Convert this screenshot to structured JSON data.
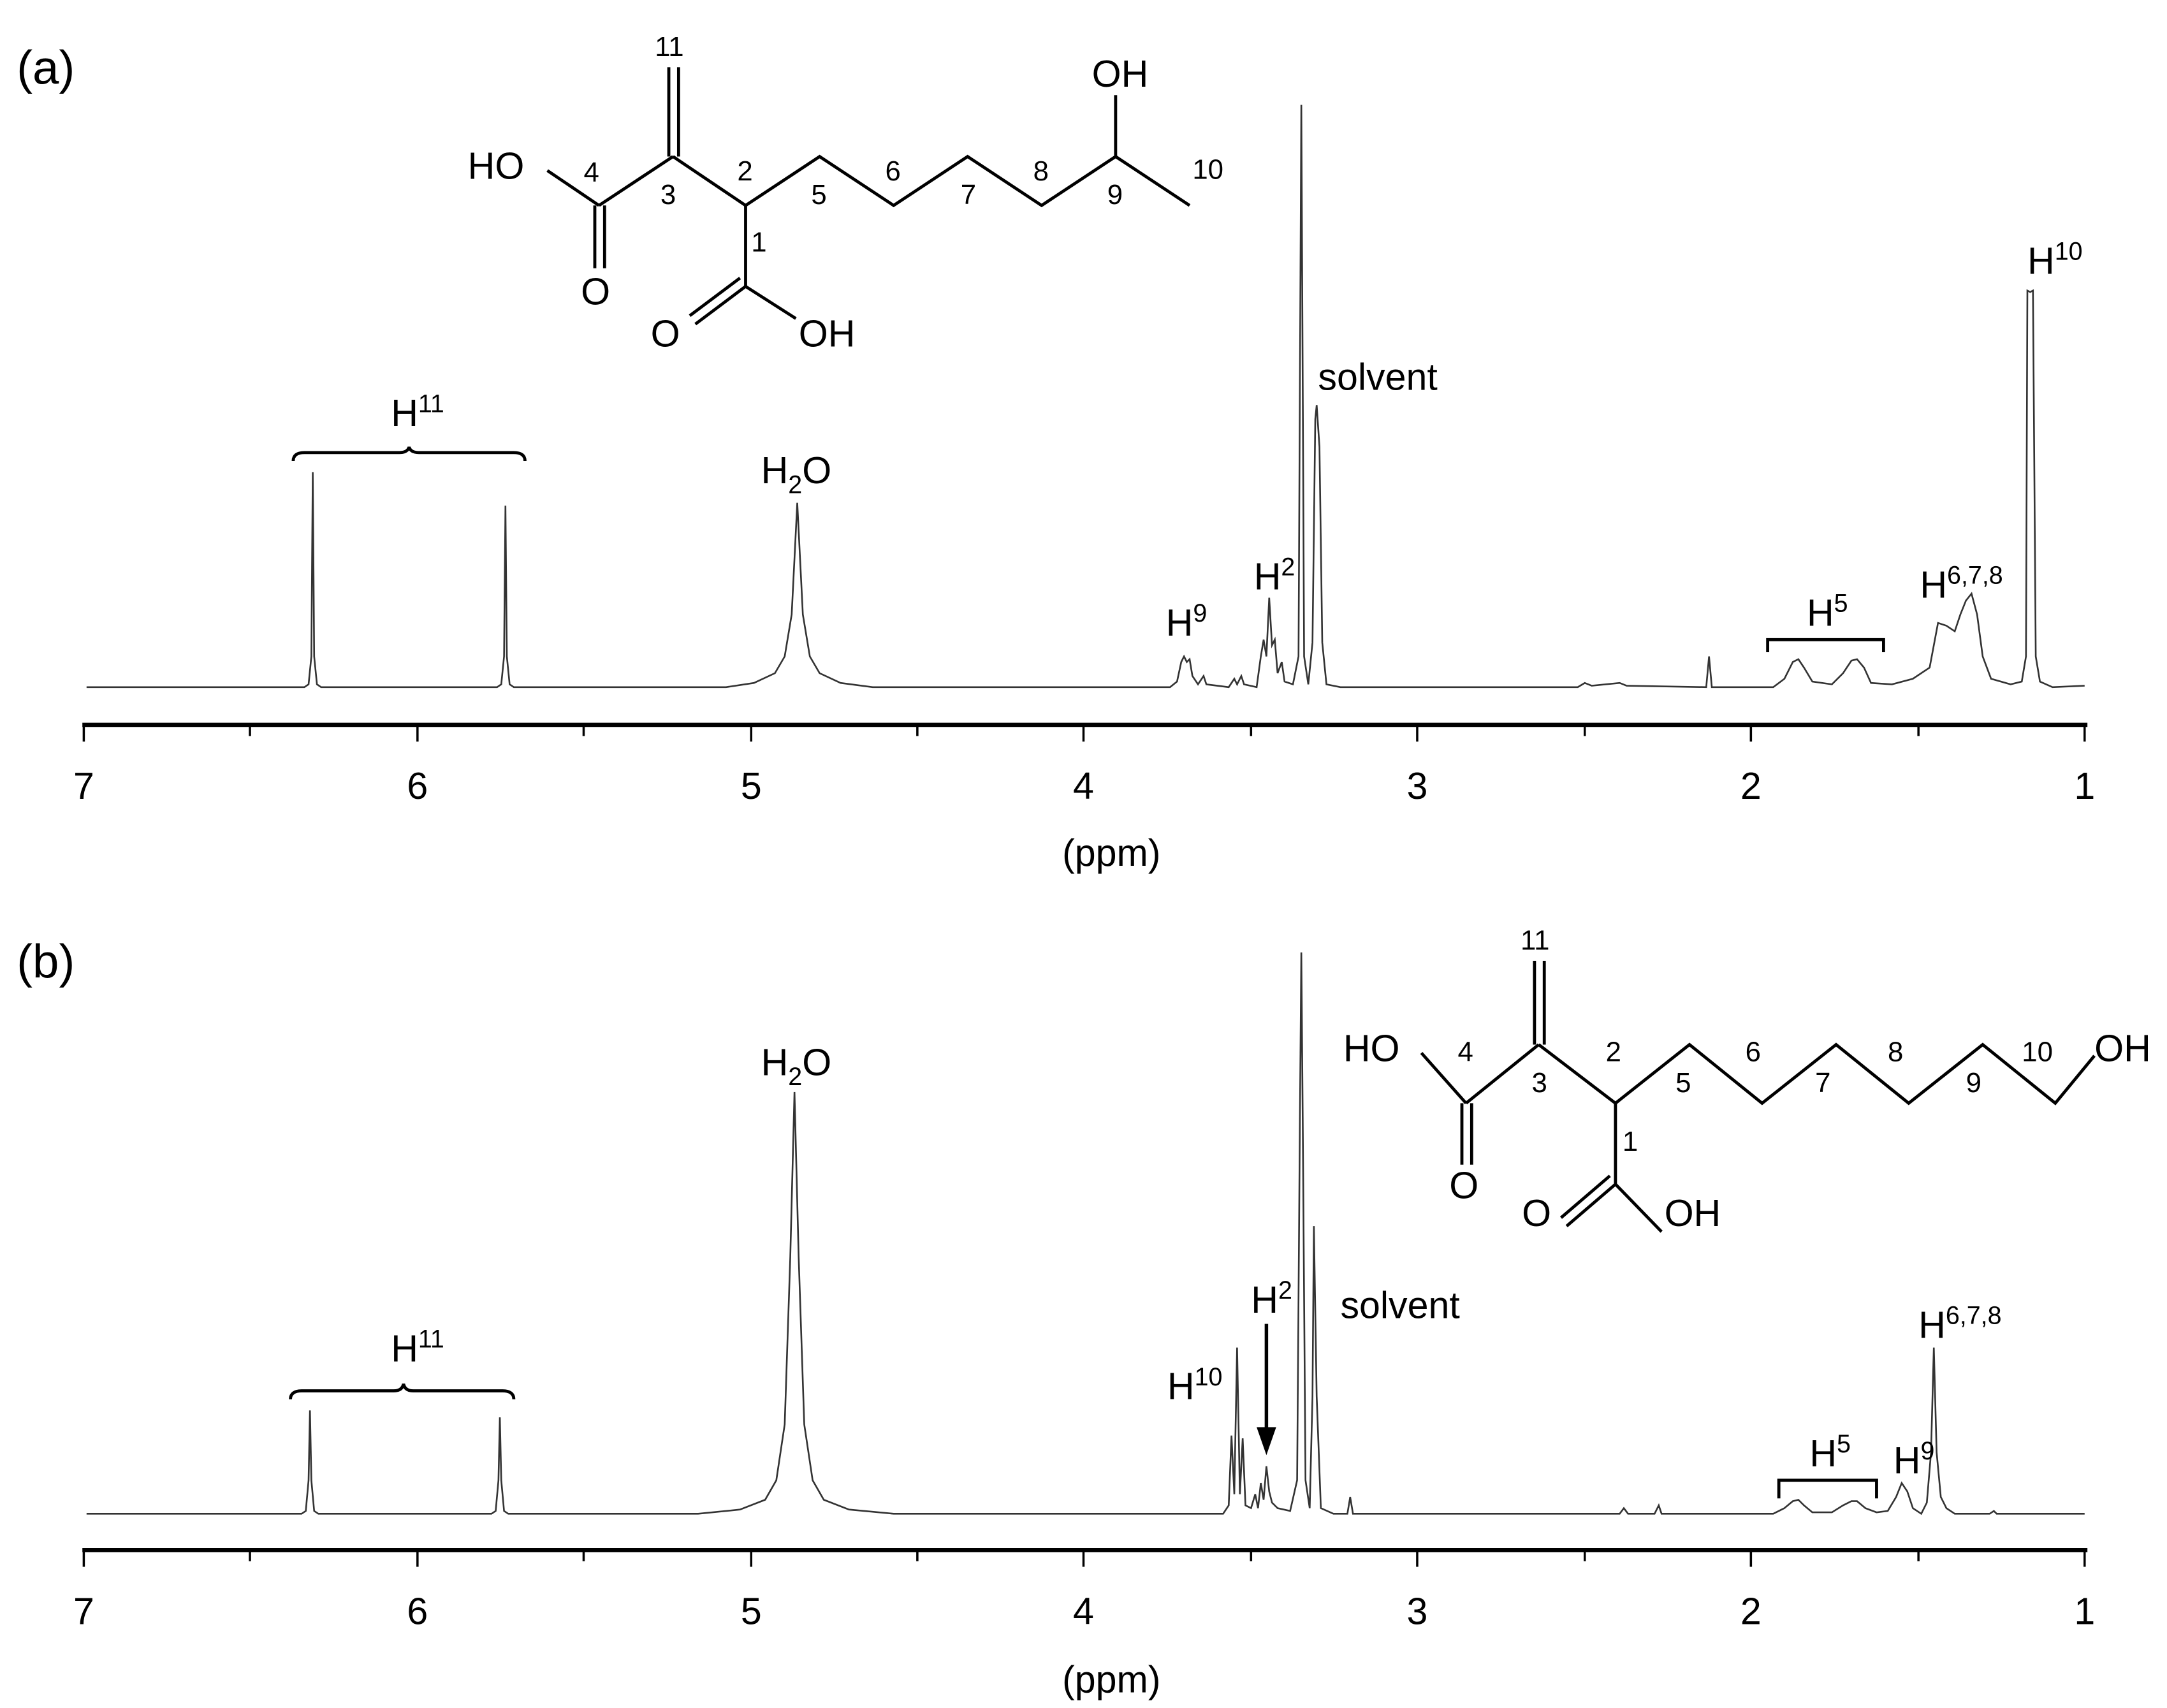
{
  "figure": {
    "panels": [
      {
        "id": "a",
        "label": "(a)",
        "xlabel": "(ppm)",
        "xticks": [
          "7",
          "6",
          "5",
          "4",
          "3",
          "2",
          "1"
        ],
        "annotations": {
          "h11": {
            "base": "H",
            "sup": "11"
          },
          "h2o": {
            "base": "H",
            "sub": "2",
            "tail": "O"
          },
          "h9": {
            "base": "H",
            "sup": "9"
          },
          "h2": {
            "base": "H",
            "sup": "2"
          },
          "solvent": "solvent",
          "h5": {
            "base": "H",
            "sup": "5"
          },
          "h678": {
            "base": "H",
            "sup": "6,7,8"
          },
          "h10": {
            "base": "H",
            "sup": "10"
          }
        },
        "structure": {
          "ho": "HO",
          "o_left": "O",
          "o_bottom": "O",
          "oh_bottom": "OH",
          "oh_top": "OH",
          "numbers": [
            "11",
            "4",
            "3",
            "2",
            "1",
            "5",
            "6",
            "7",
            "8",
            "9",
            "10"
          ]
        }
      },
      {
        "id": "b",
        "label": "(b)",
        "xlabel": "(ppm)",
        "xticks": [
          "7",
          "6",
          "5",
          "4",
          "3",
          "2",
          "1"
        ],
        "annotations": {
          "h11": {
            "base": "H",
            "sup": "11"
          },
          "h2o": {
            "base": "H",
            "sub": "2",
            "tail": "O"
          },
          "h10": {
            "base": "H",
            "sup": "10"
          },
          "h2": {
            "base": "H",
            "sup": "2"
          },
          "solvent": "solvent",
          "h5": {
            "base": "H",
            "sup": "5"
          },
          "h9": {
            "base": "H",
            "sup": "9"
          },
          "h678": {
            "base": "H",
            "sup": "6,7,8"
          }
        },
        "structure": {
          "ho": "HO",
          "o_left": "O",
          "o_bottom": "O",
          "oh_bottom": "OH",
          "oh_end": "OH",
          "numbers": [
            "11",
            "4",
            "3",
            "2",
            "1",
            "5",
            "6",
            "7",
            "8",
            "9",
            "10"
          ]
        }
      }
    ]
  },
  "chart_data": [
    {
      "type": "line",
      "title": "(a) 1H NMR spectrum – 2-methylene-3-(6-hydroxyheptyl)succinic acid",
      "xlabel": "(ppm)",
      "ylabel": "",
      "xlim": [
        7,
        1
      ],
      "x_reversed": true,
      "xticks": [
        7,
        6,
        5,
        4,
        3,
        2,
        1
      ],
      "minor_xticks": [
        6.5,
        5.5,
        4.5,
        3.5,
        2.5,
        1.5
      ],
      "grid": false,
      "peaks": [
        {
          "ppm": 6.33,
          "rel_height": 0.37,
          "label": "H11"
        },
        {
          "ppm": 5.75,
          "rel_height": 0.31,
          "label": "H11"
        },
        {
          "ppm": 4.87,
          "rel_height": 0.32,
          "label": "H2O",
          "broad": true
        },
        {
          "ppm": 3.7,
          "rel_height": 0.05,
          "label": "H9"
        },
        {
          "ppm": 3.45,
          "rel_height": 0.15,
          "label": "H2"
        },
        {
          "ppm": 3.33,
          "rel_height": 1.0,
          "label": "solvent"
        },
        {
          "ppm": 3.3,
          "rel_height": 0.48,
          "label": "solvent"
        },
        {
          "ppm": 2.12,
          "rel_height": 0.05,
          "label": ""
        },
        {
          "ppm": 1.86,
          "rel_height": 0.05,
          "label": "H5"
        },
        {
          "ppm": 1.69,
          "rel_height": 0.05,
          "label": "H5"
        },
        {
          "ppm": 1.43,
          "rel_height": 0.11,
          "label": "H6,7,8"
        },
        {
          "ppm": 1.35,
          "rel_height": 0.16,
          "label": "H6,7,8"
        },
        {
          "ppm": 1.13,
          "rel_height": 0.69,
          "label": "H10"
        }
      ]
    },
    {
      "type": "line",
      "title": "(b) 1H NMR spectrum – 2-methylene-3-(7-hydroxyheptyl)succinic acid",
      "xlabel": "(ppm)",
      "ylabel": "",
      "xlim": [
        7,
        1
      ],
      "x_reversed": true,
      "xticks": [
        7,
        6,
        5,
        4,
        3,
        2,
        1
      ],
      "minor_xticks": [
        6.5,
        5.5,
        4.5,
        3.5,
        2.5,
        1.5
      ],
      "grid": false,
      "peaks": [
        {
          "ppm": 6.34,
          "rel_height": 0.19,
          "label": "H11"
        },
        {
          "ppm": 5.76,
          "rel_height": 0.17,
          "label": "H11"
        },
        {
          "ppm": 4.87,
          "rel_height": 0.74,
          "label": "H2O",
          "broad": true
        },
        {
          "ppm": 3.55,
          "rel_height": 0.3,
          "label": "H10"
        },
        {
          "ppm": 3.45,
          "rel_height": 0.08,
          "label": "H2"
        },
        {
          "ppm": 3.33,
          "rel_height": 1.0,
          "label": "solvent"
        },
        {
          "ppm": 3.3,
          "rel_height": 0.51,
          "label": "solvent"
        },
        {
          "ppm": 1.86,
          "rel_height": 0.03,
          "label": "H5"
        },
        {
          "ppm": 1.68,
          "rel_height": 0.03,
          "label": "H5"
        },
        {
          "ppm": 1.53,
          "rel_height": 0.06,
          "label": "H9"
        },
        {
          "ppm": 1.37,
          "rel_height": 0.29,
          "label": "H6,7,8"
        }
      ]
    }
  ]
}
